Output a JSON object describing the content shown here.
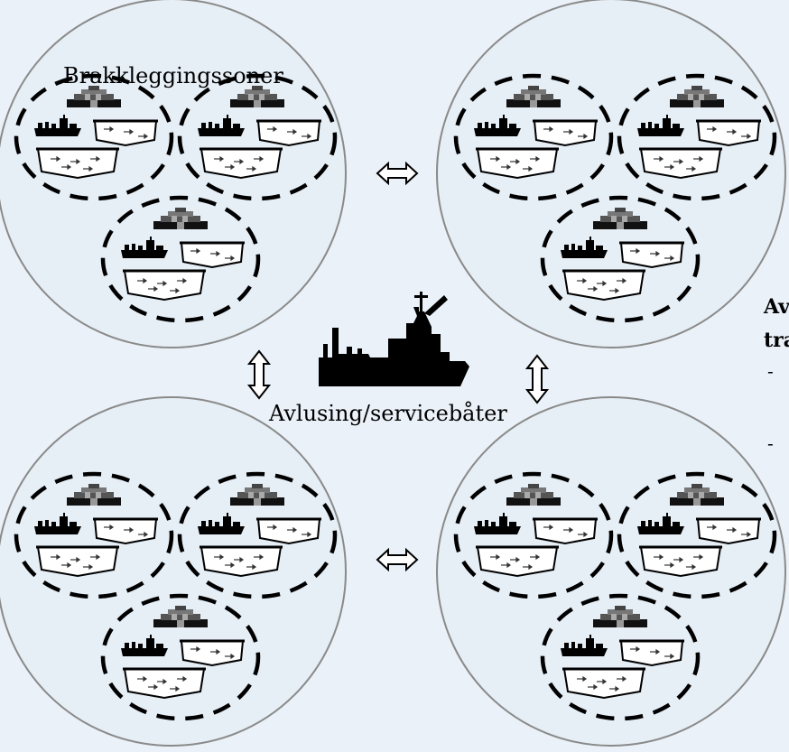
{
  "labels": {
    "zones_label": "Brakkleggingssoner",
    "service_boats_label": "Avlusing/servicebåter",
    "side_heading_line1": "Av",
    "side_heading_line2": "tra",
    "bullet_1": "-",
    "bullet_2": "-"
  },
  "zones": [
    {
      "name": "zone-top-left",
      "sites": 3
    },
    {
      "name": "zone-top-right",
      "sites": 3
    },
    {
      "name": "zone-bottom-left",
      "sites": 3
    },
    {
      "name": "zone-bottom-right",
      "sites": 3
    }
  ],
  "icons": {
    "site_components": [
      "feed-barge-icon",
      "workboat-icon",
      "net-pen-icon"
    ],
    "vessel": "service-vessel-icon",
    "connector": "double-arrow-icon"
  },
  "colors": {
    "background": "#eaf1f8",
    "zone_fill": "#e6eef6",
    "zone_stroke": "#8a8a8a",
    "ink": "#000000",
    "arrow_fill": "#ffffff"
  }
}
